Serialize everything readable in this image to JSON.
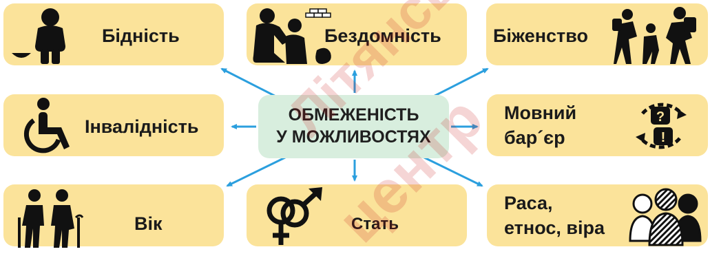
{
  "center": {
    "line1": "ОБМЕЖЕНІСТЬ",
    "line2": "У МОЖЛИВОСТЯХ"
  },
  "cards": {
    "poverty": "Бідність",
    "homelessness": "Бездомність",
    "refugees": "Біженство",
    "disability": "Інвалідність",
    "language_1": "Мовний",
    "language_2": "бар´єр",
    "age": "Вік",
    "sex": "Стать",
    "race_1": "Раса,",
    "race_2": "етнос, віра"
  },
  "watermark": {
    "line1": "Літянський",
    "line2": "центр"
  },
  "colors": {
    "card": "#fbe39a",
    "center": "#d8eede",
    "arrow": "#2b9fde",
    "icon": "#111111",
    "watermark": "#c81414"
  },
  "icons": [
    "poverty-icon",
    "homeless-icon",
    "refugees-icon",
    "wheelchair-icon",
    "language-barrier-icon",
    "elderly-couple-icon",
    "gender-symbols-icon",
    "diverse-people-icon"
  ]
}
